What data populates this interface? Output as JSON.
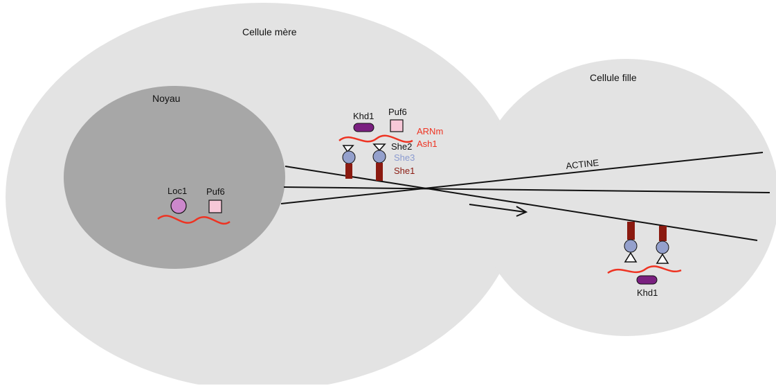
{
  "labels": {
    "mother_cell": "Cellule mère",
    "daughter_cell": "Cellule fille",
    "nucleus": "Noyau",
    "loc1": "Loc1",
    "puf6_nucleus": "Puf6",
    "khd1_top": "Khd1",
    "puf6_top": "Puf6",
    "mrna_line1": "ARNm",
    "mrna_line2": "Ash1",
    "she2": "She2",
    "she3": "She3",
    "she1": "She1",
    "actin": "ACTINE",
    "khd1_bottom": "Khd1"
  },
  "colors": {
    "background": "#ffffff",
    "cell": "#e3e3e3",
    "nucleus": "#a7a7a7",
    "mrna": "#ee3322",
    "she1_myosin": "#8b1a10",
    "she3_motor": "#94a0cc",
    "khd1": "#7a2080",
    "puf6": "#f7c8d8",
    "loc1": "#cc88cc",
    "she3_text": "#8a9ad0",
    "she1_text": "#8b1a10",
    "mrna_text": "#ee3322",
    "actin": "#111111"
  }
}
